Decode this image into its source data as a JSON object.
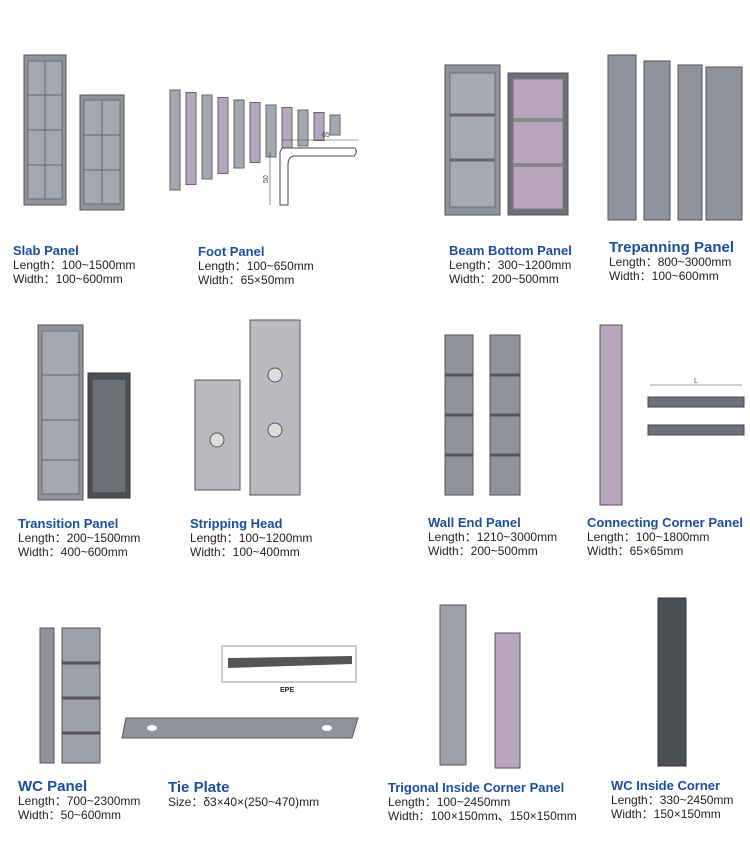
{
  "products": [
    {
      "title": "Slab Panel",
      "lines": [
        "Length：100~1500mm",
        "Width：100~600mm"
      ]
    },
    {
      "title": "Foot Panel",
      "lines": [
        "Length：100~650mm",
        "Width：65×50mm"
      ]
    },
    {
      "title": "Beam Bottom Panel",
      "lines": [
        "Length：300~1200mm",
        "Width：200~500mm"
      ]
    },
    {
      "title": "Trepanning Panel",
      "lines": [
        "Length：800~3000mm",
        "Width：100~600mm"
      ]
    },
    {
      "title": "Transition Panel",
      "lines": [
        "Length：200~1500mm",
        "Width：400~600mm"
      ]
    },
    {
      "title": "Stripping Head",
      "lines": [
        "Length：100~1200mm",
        "Width：100~400mm"
      ]
    },
    {
      "title": "Wall End Panel",
      "lines": [
        "Length：1210~3000mm",
        "Width：200~500mm"
      ]
    },
    {
      "title": "Connecting Corner Panel",
      "lines": [
        "Length：100~1800mm",
        "Width：65×65mm"
      ]
    },
    {
      "title": "WC Panel",
      "lines": [
        "Length：700~2300mm",
        "Width：50~600mm"
      ]
    },
    {
      "title": "Tie Plate",
      "lines": [
        "Size：δ3×40×(250~470)mm"
      ]
    },
    {
      "title": "Trigonal Inside Corner Panel",
      "lines": [
        "Length：100~2450mm",
        "Width：100×150mm、150×150mm"
      ]
    },
    {
      "title": "WC Inside Corner",
      "lines": [
        "Length：330~2450mm",
        "Width：150×150mm"
      ]
    }
  ],
  "drawing_labels": {
    "foot_width": "65",
    "foot_height": "50",
    "corner_length": "L",
    "tie_epe": "EPE"
  },
  "colors": {
    "title": "#1b4d9b",
    "panel": "#8f929c",
    "panel_dark": "#5f626b",
    "panel_face": "#b9a5bd"
  }
}
